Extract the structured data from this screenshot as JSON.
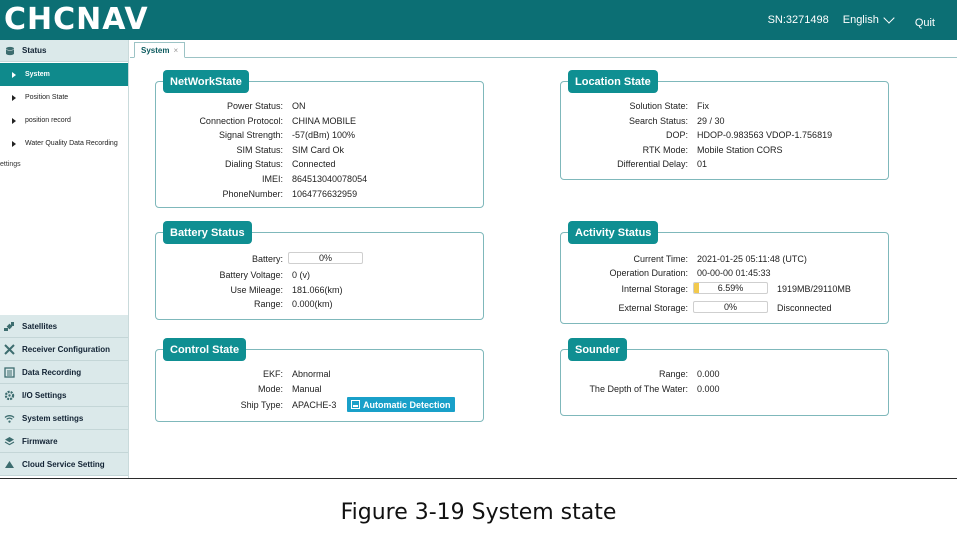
{
  "header": {
    "logo": "CHCNAV",
    "serial": "SN:3271498",
    "language": "English",
    "quit": "Quit"
  },
  "sidebar": {
    "status_group": "Status",
    "status_items": [
      {
        "label": "System",
        "active": true
      },
      {
        "label": "Position State",
        "active": false
      },
      {
        "label": "position record",
        "active": false
      },
      {
        "label": "Water Quality Data Recording",
        "active": false
      }
    ],
    "settings_label": "ettings",
    "groups": [
      {
        "label": "Satellites",
        "icon": "satellite-icon"
      },
      {
        "label": "Receiver Configuration",
        "icon": "wrench-icon"
      },
      {
        "label": "Data Recording",
        "icon": "record-icon"
      },
      {
        "label": "I/O Settings",
        "icon": "gear-icon"
      },
      {
        "label": "System settings",
        "icon": "wifi-icon"
      },
      {
        "label": "Firmware",
        "icon": "layers-icon"
      },
      {
        "label": "Cloud Service Setting",
        "icon": "cloud-icon"
      }
    ]
  },
  "tab": {
    "label": "System",
    "close": "×"
  },
  "network": {
    "title": "NetWorkState",
    "rows": [
      {
        "label": "Power Status:",
        "value": "ON"
      },
      {
        "label": "Connection Protocol:",
        "value": "CHINA MOBILE"
      },
      {
        "label": "Signal Strength:",
        "value": "-57(dBm)   100%"
      },
      {
        "label": "SIM Status:",
        "value": "SIM Card Ok"
      },
      {
        "label": "Dialing Status:",
        "value": "Connected"
      },
      {
        "label": "IMEI:",
        "value": "864513040078054"
      },
      {
        "label": "PhoneNumber:",
        "value": "1064776632959"
      }
    ]
  },
  "location": {
    "title": "Location State",
    "rows": [
      {
        "label": "Solution State:",
        "value": "Fix"
      },
      {
        "label": "Search Status:",
        "value": "29  /  30"
      },
      {
        "label": "DOP:",
        "value": "HDOP-0.983563  VDOP-1.756819"
      },
      {
        "label": "RTK Mode:",
        "value": "Mobile Station CORS"
      },
      {
        "label": "Differential Delay:",
        "value": "01"
      }
    ]
  },
  "battery": {
    "title": "Battery Status",
    "battery_label": "Battery:",
    "battery_value": "0%",
    "battery_level": 0,
    "rows": [
      {
        "label": "Battery Voltage:",
        "value": "0 (v)"
      },
      {
        "label": "Use Mileage:",
        "value": "181.066(km)"
      },
      {
        "label": "Range:",
        "value": "0.000(km)"
      }
    ]
  },
  "activity": {
    "title": "Activity Status",
    "current_time_label": "Current Time:",
    "current_time": "2021-01-25 05:11:48 (UTC)",
    "duration_label": "Operation Duration:",
    "duration": "00-00-00 01:45:33",
    "internal_label": "Internal Storage:",
    "internal_value": "6.59%",
    "internal_level": 0.0659,
    "internal_size": "1919MB/29110MB",
    "external_label": "External Storage:",
    "external_value": "0%",
    "external_level": 0,
    "external_status": "Disconnected"
  },
  "control": {
    "title": "Control State",
    "rows": [
      {
        "label": "EKF:",
        "value": "Abnormal"
      },
      {
        "label": "Mode:",
        "value": "Manual"
      }
    ],
    "ship_label": "Ship Type:",
    "ship_value": "APACHE-3",
    "detect_button": "Automatic Detection"
  },
  "sounder": {
    "title": "Sounder",
    "rows": [
      {
        "label": "Range:",
        "value": "0.000"
      },
      {
        "label": "The Depth of The Water:",
        "value": "0.000"
      }
    ]
  },
  "caption": "Figure 3-19 System state",
  "colors": {
    "header": "#0c6f74",
    "panel_title": "#0f8f92",
    "active_item": "#0f8a8c",
    "storage_fill": "#f2c94c",
    "detect_button": "#19a0c9"
  }
}
